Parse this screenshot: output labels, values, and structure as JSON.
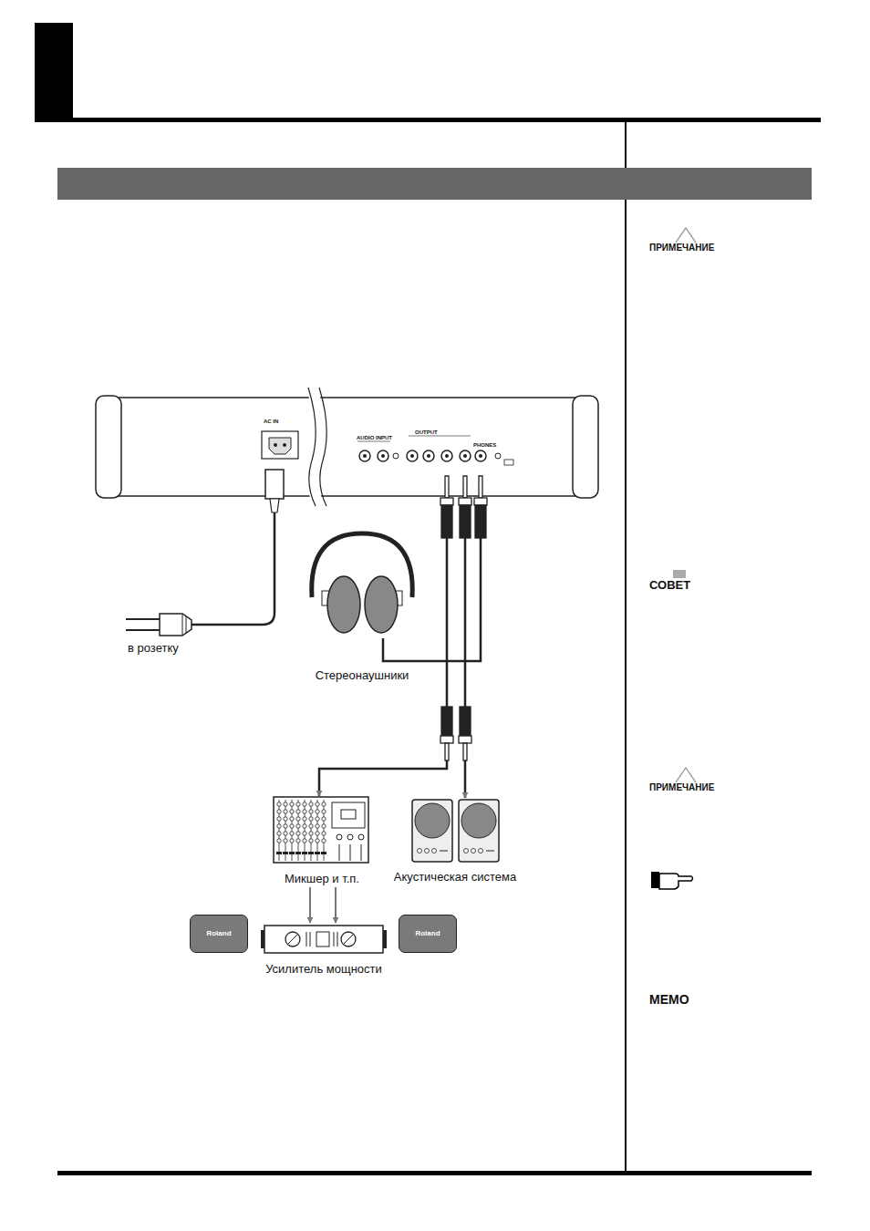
{
  "diagram": {
    "nodes": [
      {
        "text": [
          "AC IN",
          "AUDIO INPUT",
          "OUTPUT",
          "PHONES"
        ]
      },
      {
        "text": [
          "Стереонаушники"
        ]
      },
      {
        "text": [
          "Микшер и т.п."
        ]
      },
      {
        "text": [
          "Акустическая система"
        ]
      },
      {
        "text": [
          "Roland"
        ]
      },
      {
        "text": [
          "Усилитель мощности"
        ]
      },
      {
        "text": [
          "Roland"
        ]
      }
    ],
    "edges": [
      {
        "from": 0,
        "to": 1,
        "arrow": "none"
      },
      {
        "from": 0,
        "to": 2,
        "arrow": "to"
      },
      {
        "from": 0,
        "to": 3,
        "arrow": "to"
      },
      {
        "from": 2,
        "to": 5,
        "arrow": "to"
      },
      {
        "from": 2,
        "to": 5,
        "arrow": "to"
      }
    ],
    "labels": [
      "в розетку",
      "ПРИМЕЧАНИЕ",
      "СОВЕТ",
      "ПРИМЕЧАНИЕ",
      "MEMO"
    ]
  }
}
